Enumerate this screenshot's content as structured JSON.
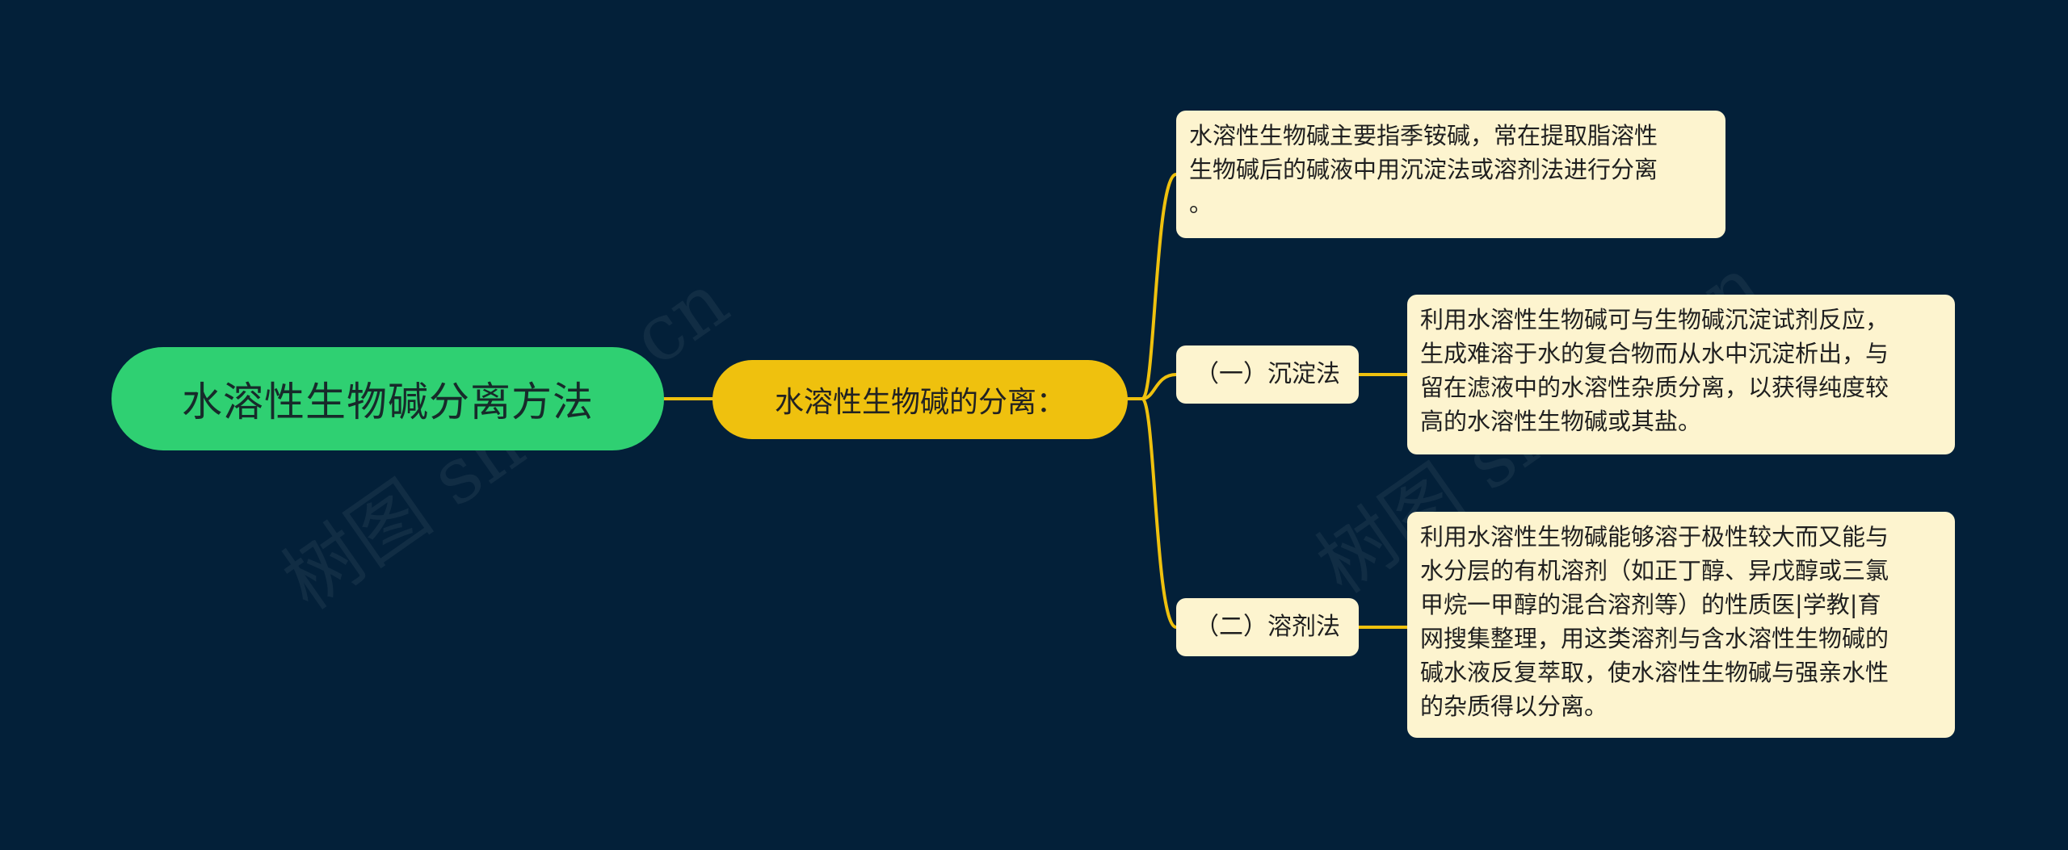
{
  "colors": {
    "background": "#032039",
    "root": "#2fd072",
    "sub": "#efc10e",
    "box": "#fdf4cf",
    "connector": "#efc10e"
  },
  "root": {
    "label": "水溶性生物碱分离方法"
  },
  "sub": {
    "label": "水溶性生物碱的分离："
  },
  "description": {
    "text": "水溶性生物碱主要指季铵碱，常在提取脂溶性\n生物碱后的碱液中用沉淀法或溶剂法进行分离\n。"
  },
  "methods": [
    {
      "label": "（一）沉淀法",
      "detail": "利用水溶性生物碱可与生物碱沉淀试剂反应，\n生成难溶于水的复合物而从水中沉淀析出，与\n留在滤液中的水溶性杂质分离，以获得纯度较\n高的水溶性生物碱或其盐。"
    },
    {
      "label": "（二）溶剂法",
      "detail": "利用水溶性生物碱能够溶于极性较大而又能与\n水分层的有机溶剂（如正丁醇、异戊醇或三氯\n甲烷一甲醇的混合溶剂等）的性质医|学教|育\n网搜集整理，用这类溶剂与含水溶性生物碱的\n碱水液反复萃取，使水溶性生物碱与强亲水性\n的杂质得以分离。"
    }
  ],
  "watermark": {
    "text": "树图 shutu.cn"
  }
}
